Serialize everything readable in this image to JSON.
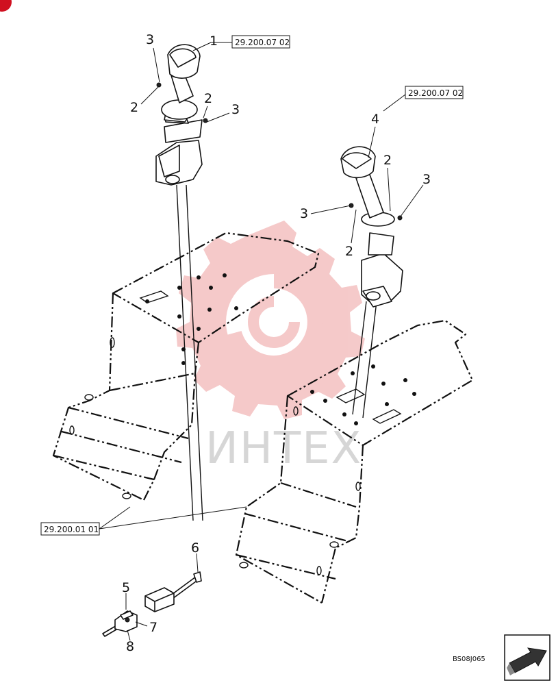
{
  "callouts": {
    "left_lever": [
      "3",
      "1",
      "2",
      "2",
      "3"
    ],
    "right_lever": [
      "4",
      "2",
      "3",
      "3",
      "2"
    ],
    "hardware": [
      "6",
      "5",
      "7",
      "8"
    ]
  },
  "reference_boxes": {
    "left_lever_ref": "29.200.07 02",
    "right_lever_ref": "29.200.07 02",
    "frame_ref": "29.200.01 01"
  },
  "watermark": {
    "text": "ИНТЕХ",
    "color": "#f2b9b9"
  },
  "drawing_code": "BS08J065",
  "navigation": {
    "next_icon": "arrow-next-icon"
  },
  "colors": {
    "line": "#111111",
    "watermark_logo": "#f4c4c4",
    "corner_mark": "#d01020"
  }
}
